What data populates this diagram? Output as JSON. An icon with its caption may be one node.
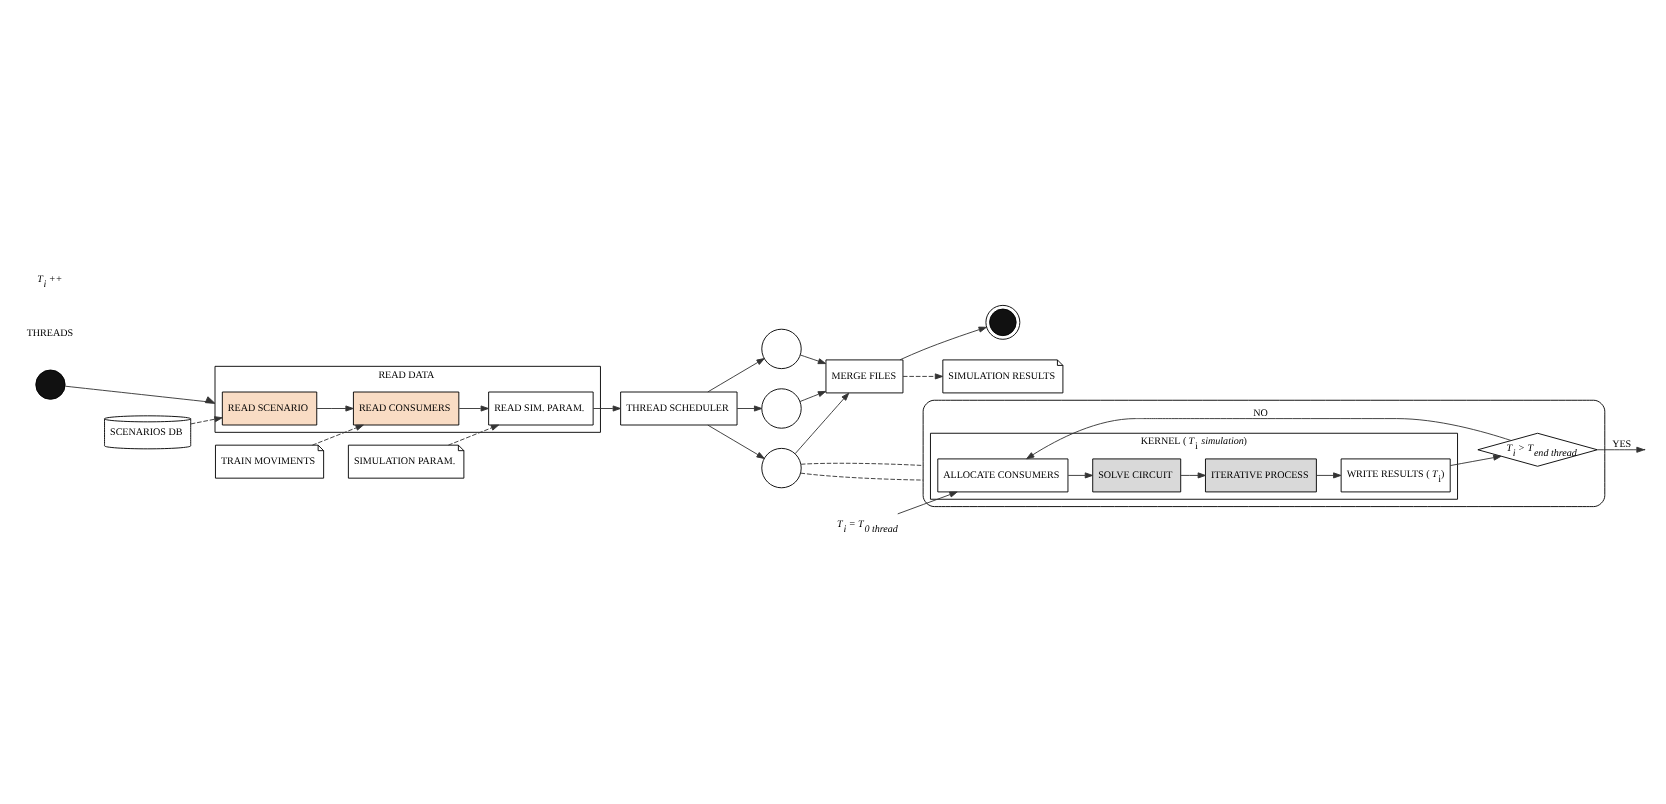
{
  "diagram": {
    "nodes": [
      {
        "text": [],
        "shape": "circle"
      },
      {
        "text": [
          "READ DATA"
        ]
      },
      {
        "text": [
          "READ SCENARIO"
        ],
        "in": 1
      },
      {
        "text": [
          "READ CONSUMERS"
        ],
        "in": 1
      },
      {
        "text": [
          "READ SIM. PARAM."
        ],
        "in": 1
      },
      {
        "text": [
          "SCENARIOS DB"
        ]
      },
      {
        "text": [
          "TRAIN MOVIMENTS"
        ]
      },
      {
        "text": [
          "SIMULATION PARAM."
        ]
      },
      {
        "text": [
          "THREAD SCHEDULER"
        ]
      },
      {
        "text": [],
        "shape": "circle"
      },
      {
        "text": [],
        "shape": "circle"
      },
      {
        "text": [],
        "shape": "circle"
      },
      {
        "text": [
          "MERGE FILES"
        ]
      },
      {
        "text": [],
        "shape": "circle"
      },
      {
        "text": [
          "SIMULATION RESULTS"
        ]
      },
      {
        "text": [],
        "shape": "box"
      },
      {
        "text": [
          "KERNEL (*T*$_{i}$ *simulation*)"
        ],
        "in": 15
      },
      {
        "text": [
          "ALLOCATE CONSUMERS"
        ],
        "in": 16
      },
      {
        "text": [
          "SOLVE CIRCUIT"
        ],
        "in": 16
      },
      {
        "text": [
          "ITERATIVE PROCESS"
        ],
        "in": 16
      },
      {
        "text": [
          "WRITE RESULTS (*T*$_{i}$)"
        ],
        "in": 16
      },
      {
        "text": [
          "T$_{i}$ > T$_{end thread}$"
        ],
        "in": 15
      },
      {
        "text": [
          "T$_{i}$ = T$_{0 thread}$"
        ]
      }
    ],
    "edges": [
      {
        "from": 0,
        "to": 1,
        "arrow": "to"
      },
      {
        "from": 2,
        "to": 3,
        "arrow": "to"
      },
      {
        "from": 3,
        "to": 4,
        "arrow": "to"
      },
      {
        "from": 5,
        "to": 2,
        "arrow": "to",
        "style": "dashed"
      },
      {
        "from": 6,
        "to": 3,
        "arrow": "to",
        "style": "dashed"
      },
      {
        "from": 7,
        "to": 4,
        "arrow": "to",
        "style": "dashed"
      },
      {
        "from": 4,
        "to": 8,
        "arrow": "to"
      },
      {
        "from": 8,
        "to": 9,
        "arrow": "to"
      },
      {
        "from": 8,
        "to": 10,
        "arrow": "to"
      },
      {
        "from": 8,
        "to": 11,
        "arrow": "to"
      },
      {
        "from": 9,
        "to": 12,
        "arrow": "to"
      },
      {
        "from": 10,
        "to": 12,
        "arrow": "to"
      },
      {
        "from": 11,
        "to": 12,
        "arrow": "to"
      },
      {
        "from": 12,
        "to": 13,
        "arrow": "to"
      },
      {
        "from": 12,
        "to": 14,
        "arrow": "to",
        "style": "dashed"
      },
      {
        "from": 11,
        "to": 15,
        "arrow": "none",
        "style": "dashed"
      },
      {
        "from": 11,
        "to": 15,
        "arrow": "none",
        "style": "dashed"
      },
      {
        "from": 22,
        "to": 17,
        "arrow": "to"
      },
      {
        "from": 17,
        "to": 18,
        "arrow": "to"
      },
      {
        "from": 18,
        "to": 19,
        "arrow": "to"
      },
      {
        "from": 19,
        "to": 20,
        "arrow": "to"
      },
      {
        "from": 20,
        "to": 21,
        "arrow": "to"
      },
      {
        "from": 21,
        "to": null,
        "arrow": "to",
        "label": "YES"
      },
      {
        "from": 21,
        "to": 17,
        "arrow": "to",
        "label": "NO"
      }
    ],
    "labels": [
      "THREADS",
      "T$_{i}$ ++"
    ]
  }
}
